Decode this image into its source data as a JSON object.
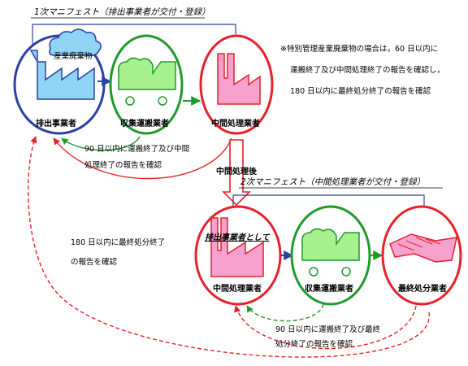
{
  "manifest1": {
    "title": "1次マニフェスト（排出事業者が交付・登録）"
  },
  "manifest2": {
    "title": "2次マニフェスト（中間処理業者が交付・登録）"
  },
  "note": {
    "line1": "※特別管理産業廃棄物の場合は，60 日以内に",
    "line2": "運搬終了及び中間処理終了の報告を確認し，",
    "line3": "180 日以内に最終処分終了の報告を確認"
  },
  "nodes": {
    "emitter": {
      "label": "排出事業者",
      "waste_label": "産業廃棄物"
    },
    "collector1": {
      "label": "収集運搬業者"
    },
    "intermediate1": {
      "label": "中間処理業者"
    },
    "intermediate2": {
      "label": "中間処理業者",
      "role_label": "排出事業者として"
    },
    "collector2": {
      "label": "収集運搬業者"
    },
    "final": {
      "label": "最終処分業者"
    }
  },
  "annotations": {
    "after_processing": "中間処理後",
    "report90_top_line1": "90 日以内に運搬終了及び中間",
    "report90_top_line2": "処理終了の報告を確認",
    "report180_line1": "180 日以内に最終処分終了",
    "report180_line2": "の報告を確認",
    "report90_bottom_line1": "90 日以内に運搬終了及び最終",
    "report90_bottom_line2": "処分終了の報告を確認"
  },
  "colors": {
    "blue": "#2b3fa8",
    "green": "#1f9a2a",
    "red": "#e8202a",
    "fill_blue": "#8fd4f4",
    "fill_green": "#a6f08e",
    "fill_pink": "#f7a1cf",
    "orange": "#f0a050"
  }
}
